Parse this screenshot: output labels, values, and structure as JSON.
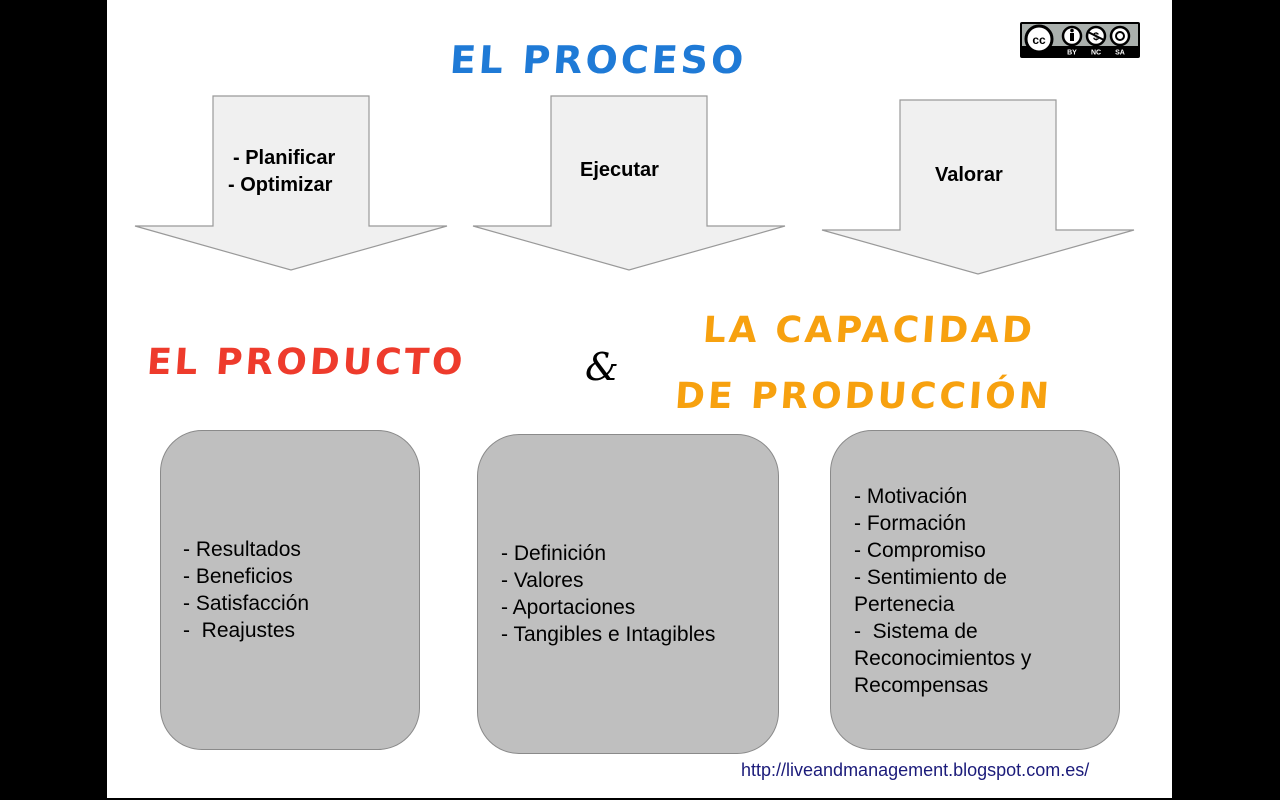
{
  "slide": {
    "title": "EL PROCESO",
    "license_badge": {
      "icon": "creative-commons-by-nc-sa-icon",
      "labels": [
        "BY",
        "NC",
        "SA"
      ],
      "cc_text": "cc"
    },
    "process_steps": [
      {
        "lines": [
          "- Planificar",
          "- Optimizar"
        ]
      },
      {
        "lines": [
          "Ejecutar"
        ]
      },
      {
        "lines": [
          "Valorar"
        ]
      }
    ],
    "left_heading": "EL PRODUCTO",
    "ampersand": "&",
    "right_heading_line1": "LA CAPACIDAD",
    "right_heading_line2": "DE PRODUCCIÓN",
    "cards": [
      {
        "items": [
          "- Resultados",
          "- Beneficios",
          "- Satisfacción",
          "-  Reajustes"
        ]
      },
      {
        "items": [
          "- Definición",
          "- Valores",
          "- Aportaciones",
          "- Tangibles e Intagibles"
        ]
      },
      {
        "items": [
          "- Motivación",
          "- Formación",
          "- Compromiso",
          "- Sentimiento de",
          "Pertenecia",
          "-  Sistema de",
          "Reconocimientos y",
          "Recompensas"
        ]
      }
    ],
    "footer_url": "http://liveandmanagement.blogspot.com.es/",
    "colors": {
      "title": "#1f7ad6",
      "producto": "#ee3b2c",
      "capacidad": "#f7a10f",
      "arrow_fill": "#f0f0f0",
      "arrow_stroke": "#999999",
      "card_fill": "#bfbfbf",
      "url": "#1b1b7a"
    }
  }
}
